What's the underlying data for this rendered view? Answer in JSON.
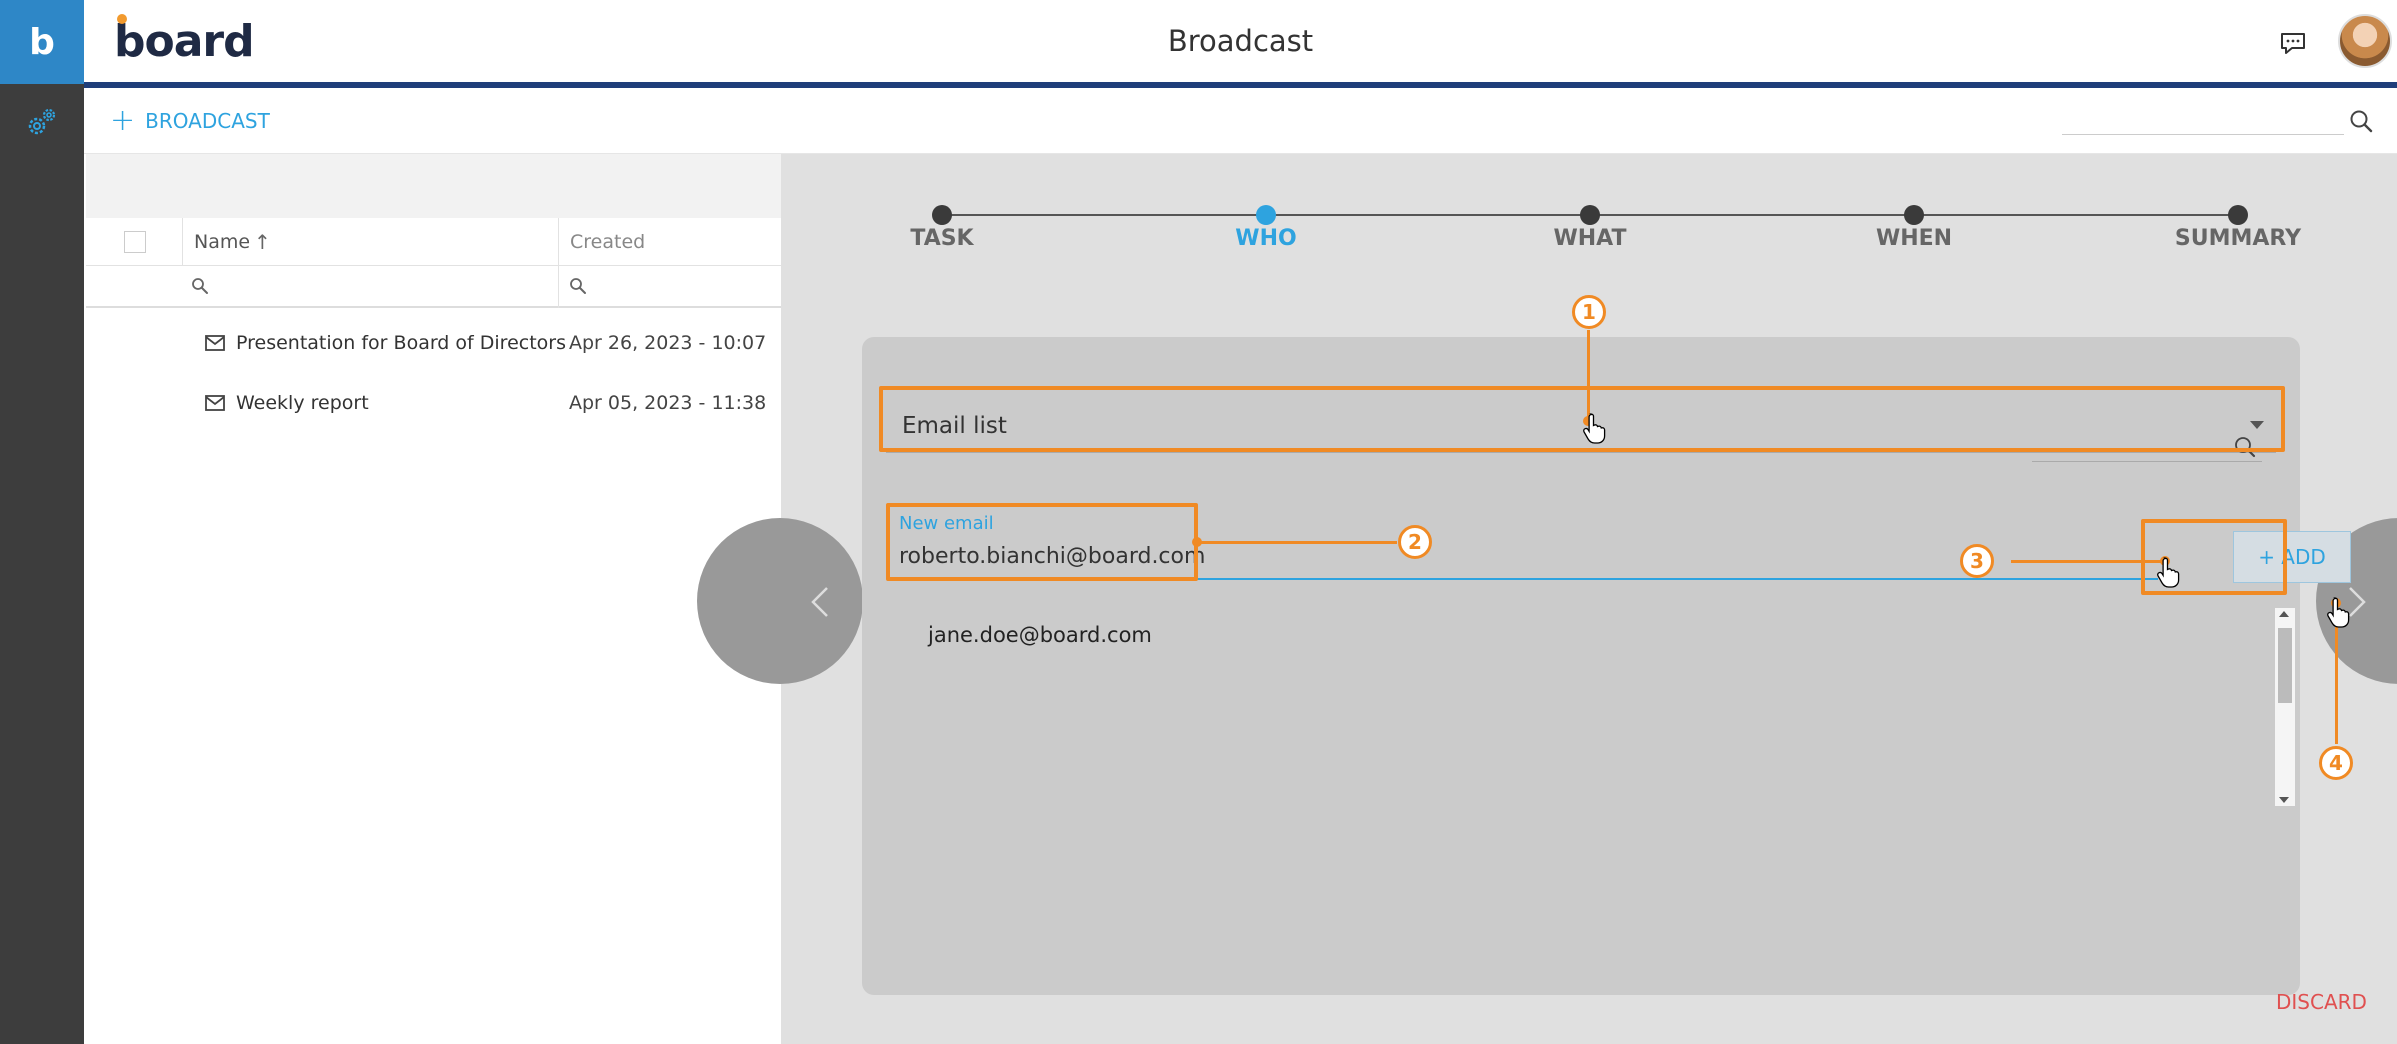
{
  "app": {
    "rail_logo": "b",
    "brand": "board",
    "title": "Broadcast"
  },
  "toolbar": {
    "add_label": "BROADCAST"
  },
  "list": {
    "columns": [
      "Name",
      "Created"
    ],
    "sort_glyph": "↑",
    "rows": [
      {
        "name": "Presentation for Board of Directors",
        "created": "Apr 26, 2023 - 10:07"
      },
      {
        "name": "Weekly report",
        "created": "Apr 05, 2023 - 11:38"
      }
    ]
  },
  "stepper": {
    "steps": [
      "TASK",
      "WHO",
      "WHAT",
      "WHEN",
      "SUMMARY"
    ],
    "active_index": 1
  },
  "card": {
    "select_label": "Email list",
    "new_email_label": "New email",
    "new_email_value": "roberto.bianchi@board.com",
    "add_label": "+ ADD",
    "emails": [
      "jane.doe@board.com"
    ]
  },
  "footer": {
    "discard_label": "DISCARD"
  },
  "callouts": [
    "1",
    "2",
    "3",
    "4"
  ],
  "colors": {
    "accent": "#2ea3df",
    "annotation": "#f08a24",
    "header_bar": "#1f3e7a",
    "discard": "#e05050"
  },
  "icons": [
    "settings-gear-icon",
    "chat-icon",
    "search-icon",
    "mail-icon",
    "chevron-left-icon",
    "chevron-right-icon",
    "hand-cursor-icon"
  ]
}
